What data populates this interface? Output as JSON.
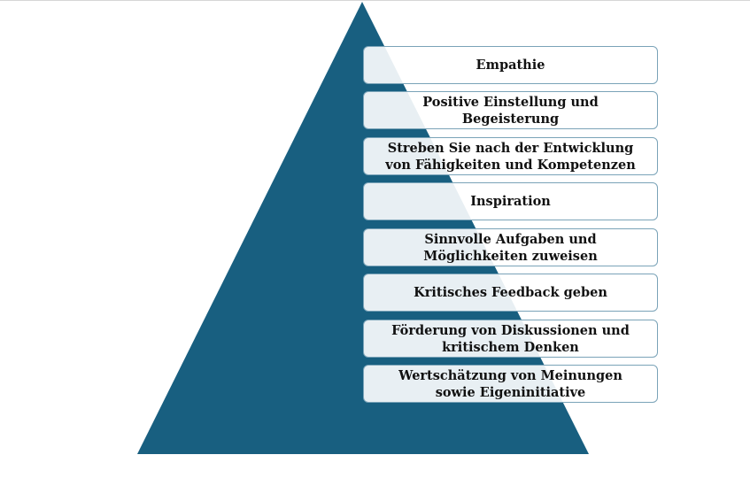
{
  "colors": {
    "pyramid": "#185f80",
    "box_border": "#7aa3b8"
  },
  "items": [
    {
      "line1": "Empathie",
      "line2": ""
    },
    {
      "line1": "Positive Einstellung und",
      "line2": "Begeisterung"
    },
    {
      "line1": "Streben Sie nach der Entwicklung",
      "line2": "von Fähigkeiten und Kompetenzen"
    },
    {
      "line1": "Inspiration",
      "line2": ""
    },
    {
      "line1": "Sinnvolle Aufgaben und",
      "line2": "Möglichkeiten zuweisen"
    },
    {
      "line1": "Kritisches Feedback geben",
      "line2": ""
    },
    {
      "line1": "Förderung von Diskussionen und",
      "line2": "kritischem Denken"
    },
    {
      "line1": "Wertschätzung von Meinungen",
      "line2": "sowie Eigeninitiative"
    }
  ]
}
